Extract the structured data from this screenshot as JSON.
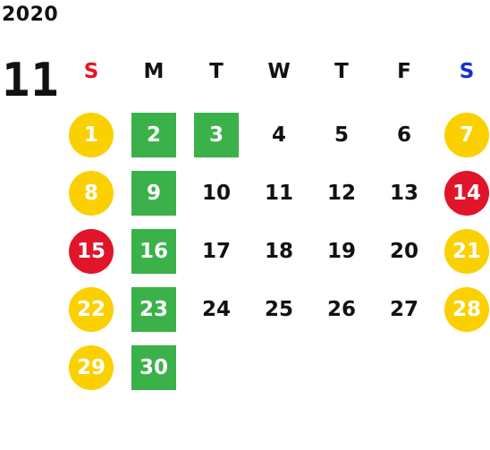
{
  "year": "2020",
  "month": "11",
  "colors": {
    "sunday_header": "#e8141f",
    "saturday_header": "#1430d6",
    "weekend": "#fbd000",
    "holiday": "#e0152a",
    "highlight": "#3bb14a",
    "text": "#111111"
  },
  "weekdays": [
    "S",
    "M",
    "T",
    "W",
    "T",
    "F",
    "S"
  ],
  "days": [
    {
      "n": "1",
      "style": "weekend"
    },
    {
      "n": "2",
      "style": "highlight"
    },
    {
      "n": "3",
      "style": "highlight"
    },
    {
      "n": "4",
      "style": "plain"
    },
    {
      "n": "5",
      "style": "plain"
    },
    {
      "n": "6",
      "style": "plain"
    },
    {
      "n": "7",
      "style": "weekend"
    },
    {
      "n": "8",
      "style": "weekend"
    },
    {
      "n": "9",
      "style": "highlight"
    },
    {
      "n": "10",
      "style": "plain"
    },
    {
      "n": "11",
      "style": "plain"
    },
    {
      "n": "12",
      "style": "plain"
    },
    {
      "n": "13",
      "style": "plain"
    },
    {
      "n": "14",
      "style": "holiday"
    },
    {
      "n": "15",
      "style": "holiday"
    },
    {
      "n": "16",
      "style": "highlight"
    },
    {
      "n": "17",
      "style": "plain"
    },
    {
      "n": "18",
      "style": "plain"
    },
    {
      "n": "19",
      "style": "plain"
    },
    {
      "n": "20",
      "style": "plain"
    },
    {
      "n": "21",
      "style": "weekend"
    },
    {
      "n": "22",
      "style": "weekend"
    },
    {
      "n": "23",
      "style": "highlight"
    },
    {
      "n": "24",
      "style": "plain"
    },
    {
      "n": "25",
      "style": "plain"
    },
    {
      "n": "26",
      "style": "plain"
    },
    {
      "n": "27",
      "style": "plain"
    },
    {
      "n": "28",
      "style": "weekend"
    },
    {
      "n": "29",
      "style": "weekend"
    },
    {
      "n": "30",
      "style": "highlight"
    }
  ]
}
